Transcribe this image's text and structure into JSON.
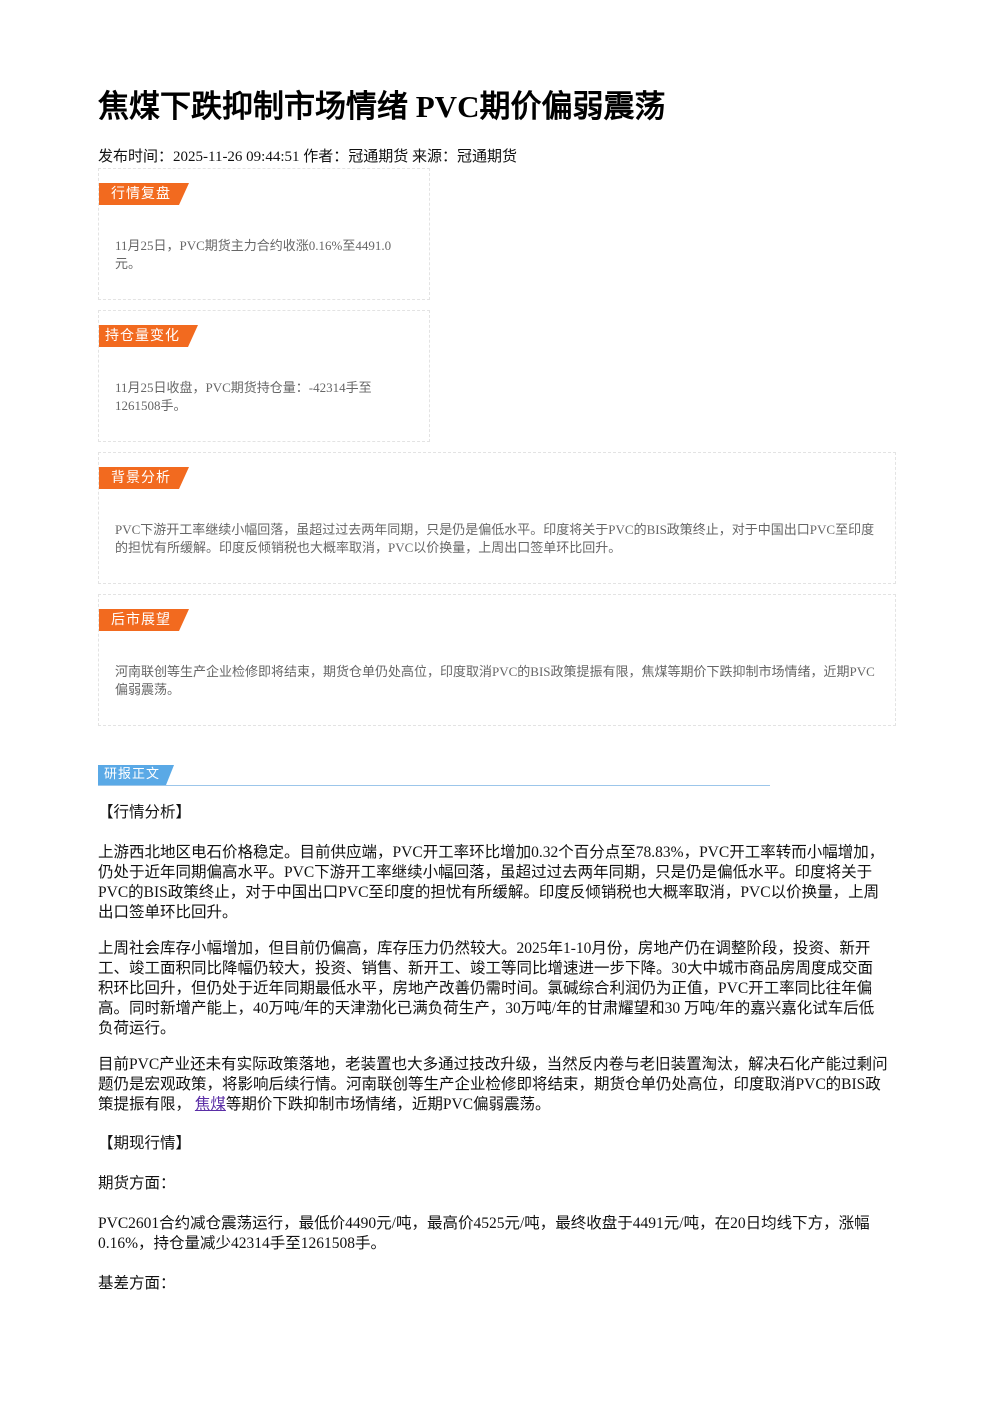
{
  "article": {
    "title": "焦煤下跌抑制市场情绪 PVC期价偏弱震荡",
    "meta": "发布时间：2025-11-26 09:44:51 作者：冠通期货 来源：冠通期货"
  },
  "summary_boxes": [
    {
      "tag": "行情复盘",
      "text": "11月25日，PVC期货主力合约收涨0.16%至4491.0元。"
    },
    {
      "tag": "持仓量变化",
      "text": "11月25日收盘，PVC期货持仓量：-42314手至1261508手。"
    },
    {
      "tag": "背景分析",
      "text": "PVC下游开工率继续小幅回落，虽超过过去两年同期，只是仍是偏低水平。印度将关于PVC的BIS政策终止，对于中国出口PVC至印度的担忧有所缓解。印度反倾销税也大概率取消，PVC以价换量，上周出口签单环比回升。"
    },
    {
      "tag": "后市展望",
      "text": "河南联创等生产企业检修即将结束，期货仓单仍处高位，印度取消PVC的BIS政策提振有限，焦煤等期价下跌抑制市场情绪，近期PVC偏弱震荡。"
    }
  ],
  "report": {
    "section_label": "研报正文",
    "heading1": "【行情分析】",
    "p1": "上游西北地区电石价格稳定。目前供应端，PVC开工率环比增加0.32个百分点至78.83%，PVC开工率转而小幅增加，仍处于近年同期偏高水平。PVC下游开工率继续小幅回落，虽超过过去两年同期，只是仍是偏低水平。印度将关于PVC的BIS政策终止，对于中国出口PVC至印度的担忧有所缓解。印度反倾销税也大概率取消，PVC以价换量，上周出口签单环比回升。",
    "p2": "上周社会库存小幅增加，但目前仍偏高，库存压力仍然较大。2025年1-10月份，房地产仍在调整阶段，投资、新开工、竣工面积同比降幅仍较大，投资、销售、新开工、竣工等同比增速进一步下降。30大中城市商品房周度成交面积环比回升，但仍处于近年同期最低水平，房地产改善仍需时间。氯碱综合利润仍为正值，PVC开工率同比往年偏高。同时新增产能上，40万吨/年的天津渤化已满负荷生产，30万吨/年的甘肃耀望和30 万吨/年的嘉兴嘉化试车后低负荷运行。",
    "p3_before": "目前PVC产业还未有实际政策落地，老装置也大多通过技改升级，当然反内卷与老旧装置淘汰，解决石化产能过剩问题仍是宏观政策，将影响后续行情。河南联创等生产企业检修即将结束，期货仓单仍处高位，印度取消PVC的BIS政策提振有限，",
    "p3_link": "焦煤",
    "p3_after": "等期价下跌抑制市场情绪，近期PVC偏弱震荡。",
    "heading2": "【期现行情】",
    "futures_label": "期货方面：",
    "futures_text": "PVC2601合约减仓震荡运行，最低价4490元/吨，最高价4525元/吨，最终收盘于4491元/吨，在20日均线下方，涨幅0.16%，持仓量减少42314手至1261508手。",
    "basis_label": "基差方面："
  }
}
